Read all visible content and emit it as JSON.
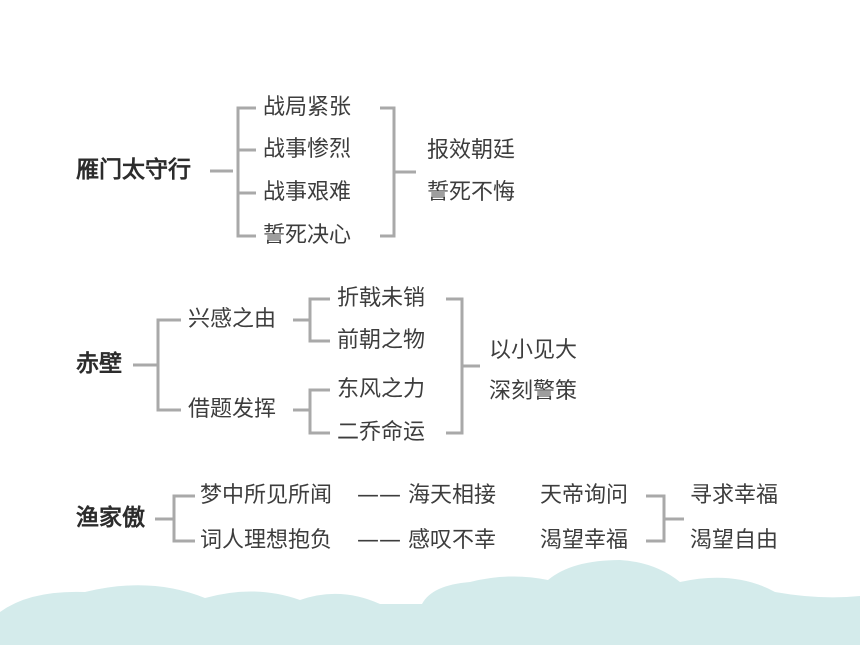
{
  "colors": {
    "text": "#3d3d3d",
    "line": "#a9a9a9",
    "cloud": "#d4ebeb"
  },
  "poem1": {
    "title": "雁门太守行",
    "items": [
      "战局紧张",
      "战事惨烈",
      "战事艰难",
      "誓死决心"
    ],
    "summary": [
      "报效朝廷",
      "誓死不悔"
    ]
  },
  "poem2": {
    "title": "赤壁",
    "branch1": {
      "label": "兴感之由",
      "items": [
        "折戟未销",
        "前朝之物"
      ]
    },
    "branch2": {
      "label": "借题发挥",
      "items": [
        "东风之力",
        "二乔命运"
      ]
    },
    "summary": [
      "以小见大",
      "深刻警策"
    ]
  },
  "poem3": {
    "title": "渔家傲",
    "rows": [
      {
        "left": "梦中所见所闻",
        "dash": "——",
        "mid": "海天相接",
        "right": "天帝询问"
      },
      {
        "left": "词人理想抱负",
        "dash": "——",
        "mid": "感叹不幸",
        "right": "渴望幸福"
      }
    ],
    "summary": [
      "寻求幸福",
      "渴望自由"
    ]
  }
}
